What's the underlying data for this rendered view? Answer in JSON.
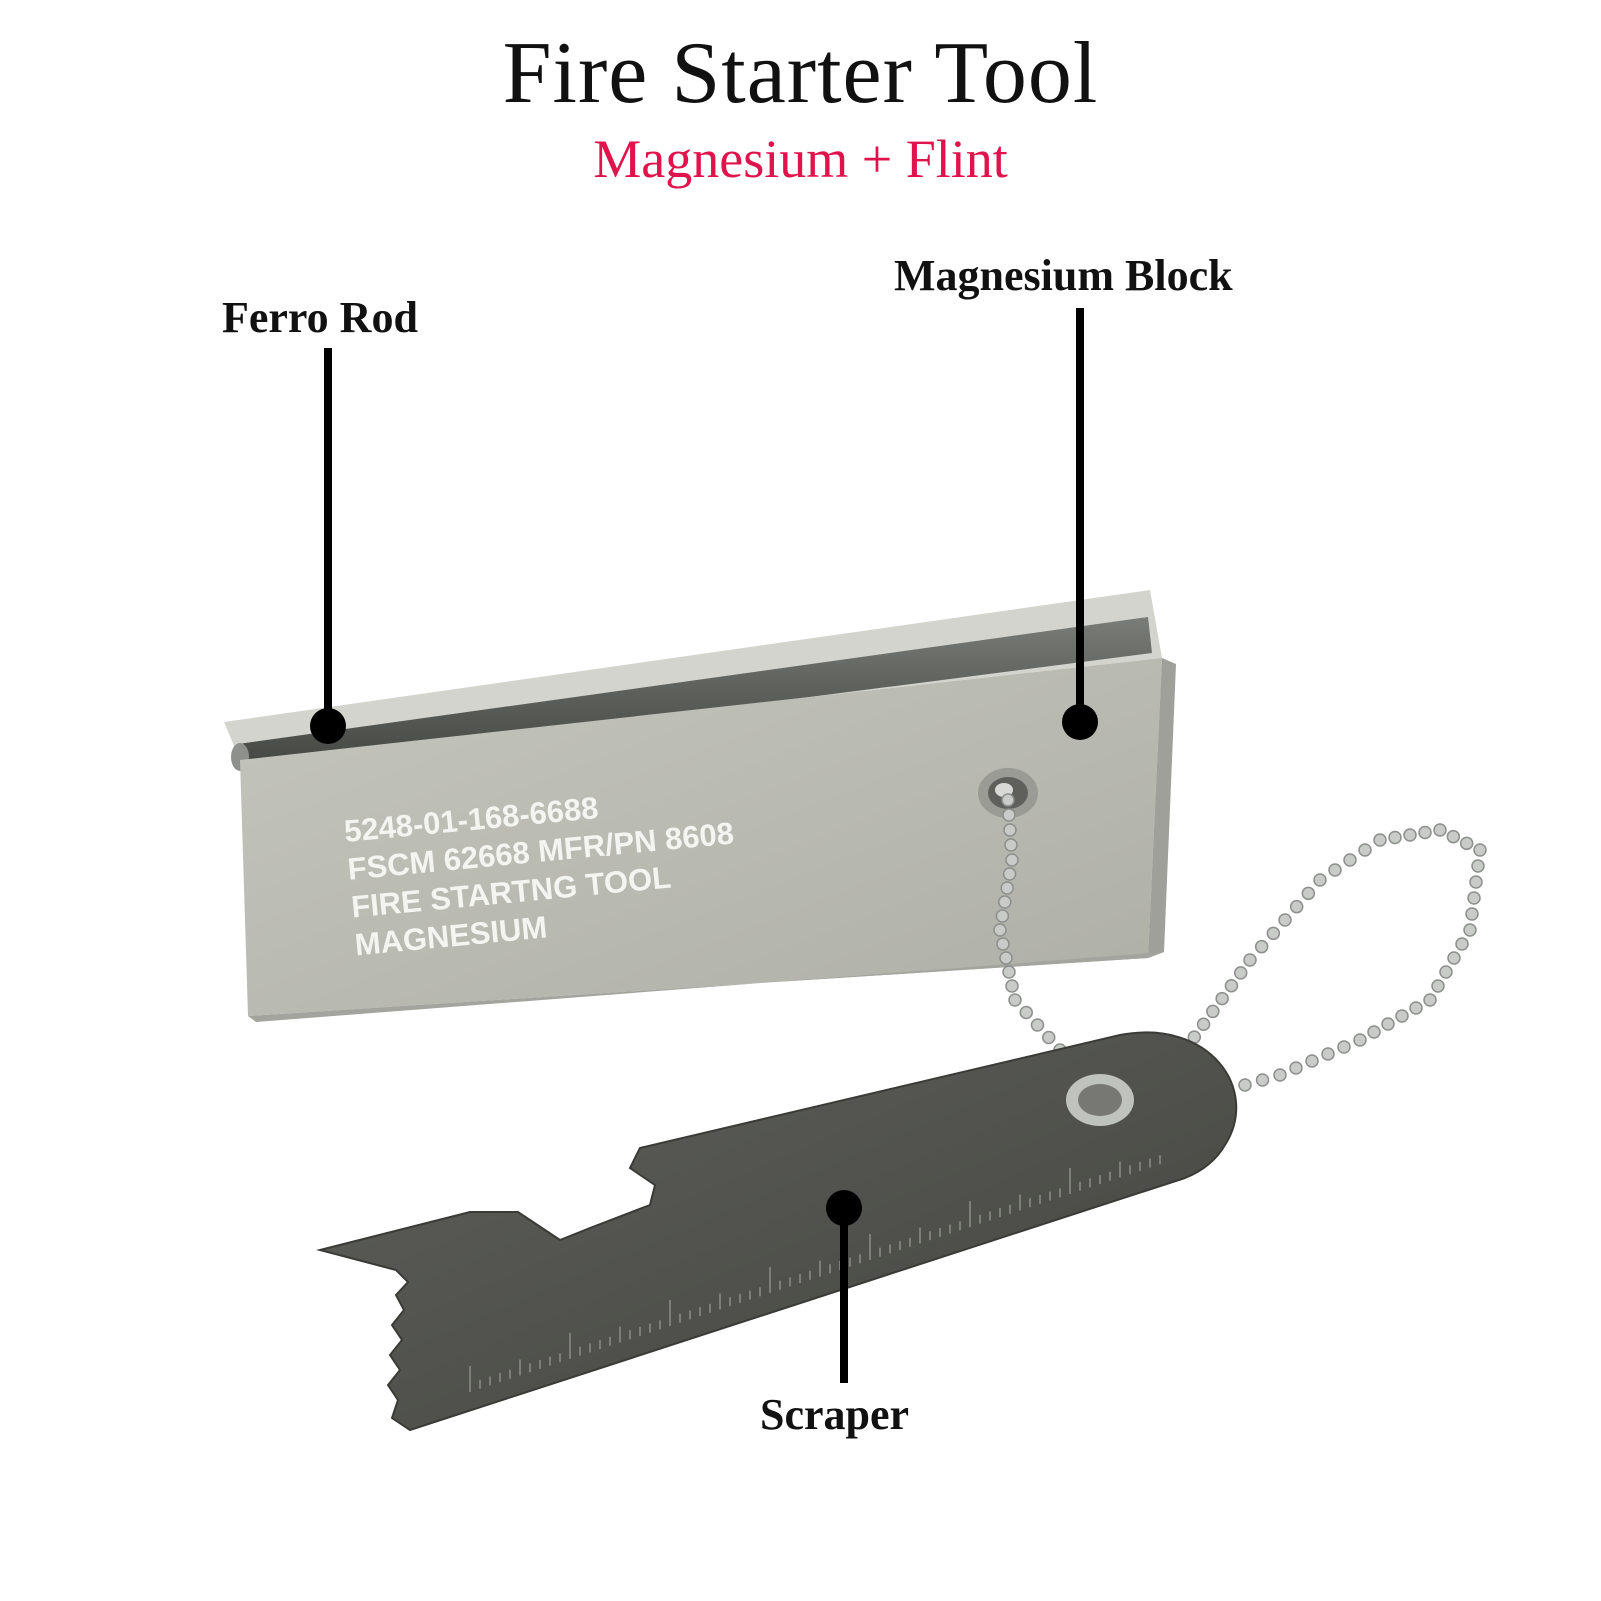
{
  "header": {
    "title": "Fire Starter Tool",
    "subtitle": "Magnesium + Flint"
  },
  "callouts": {
    "ferro_rod": "Ferro Rod",
    "magnesium_block": "Magnesium Block",
    "scraper": "Scraper"
  },
  "engraving": {
    "line1": "5248-01-168-6688",
    "line2": "FSCM 62668 MFR/PN 8608",
    "line3": "FIRE STARTNG TOOL",
    "line4": "MAGNESIUM"
  },
  "colors": {
    "title": "#111111",
    "subtitle": "#e0144c",
    "block": "#b9bab2",
    "rod": "#5c5e5a",
    "scraper": "#4f504c",
    "chain": "#c9cbc9"
  }
}
